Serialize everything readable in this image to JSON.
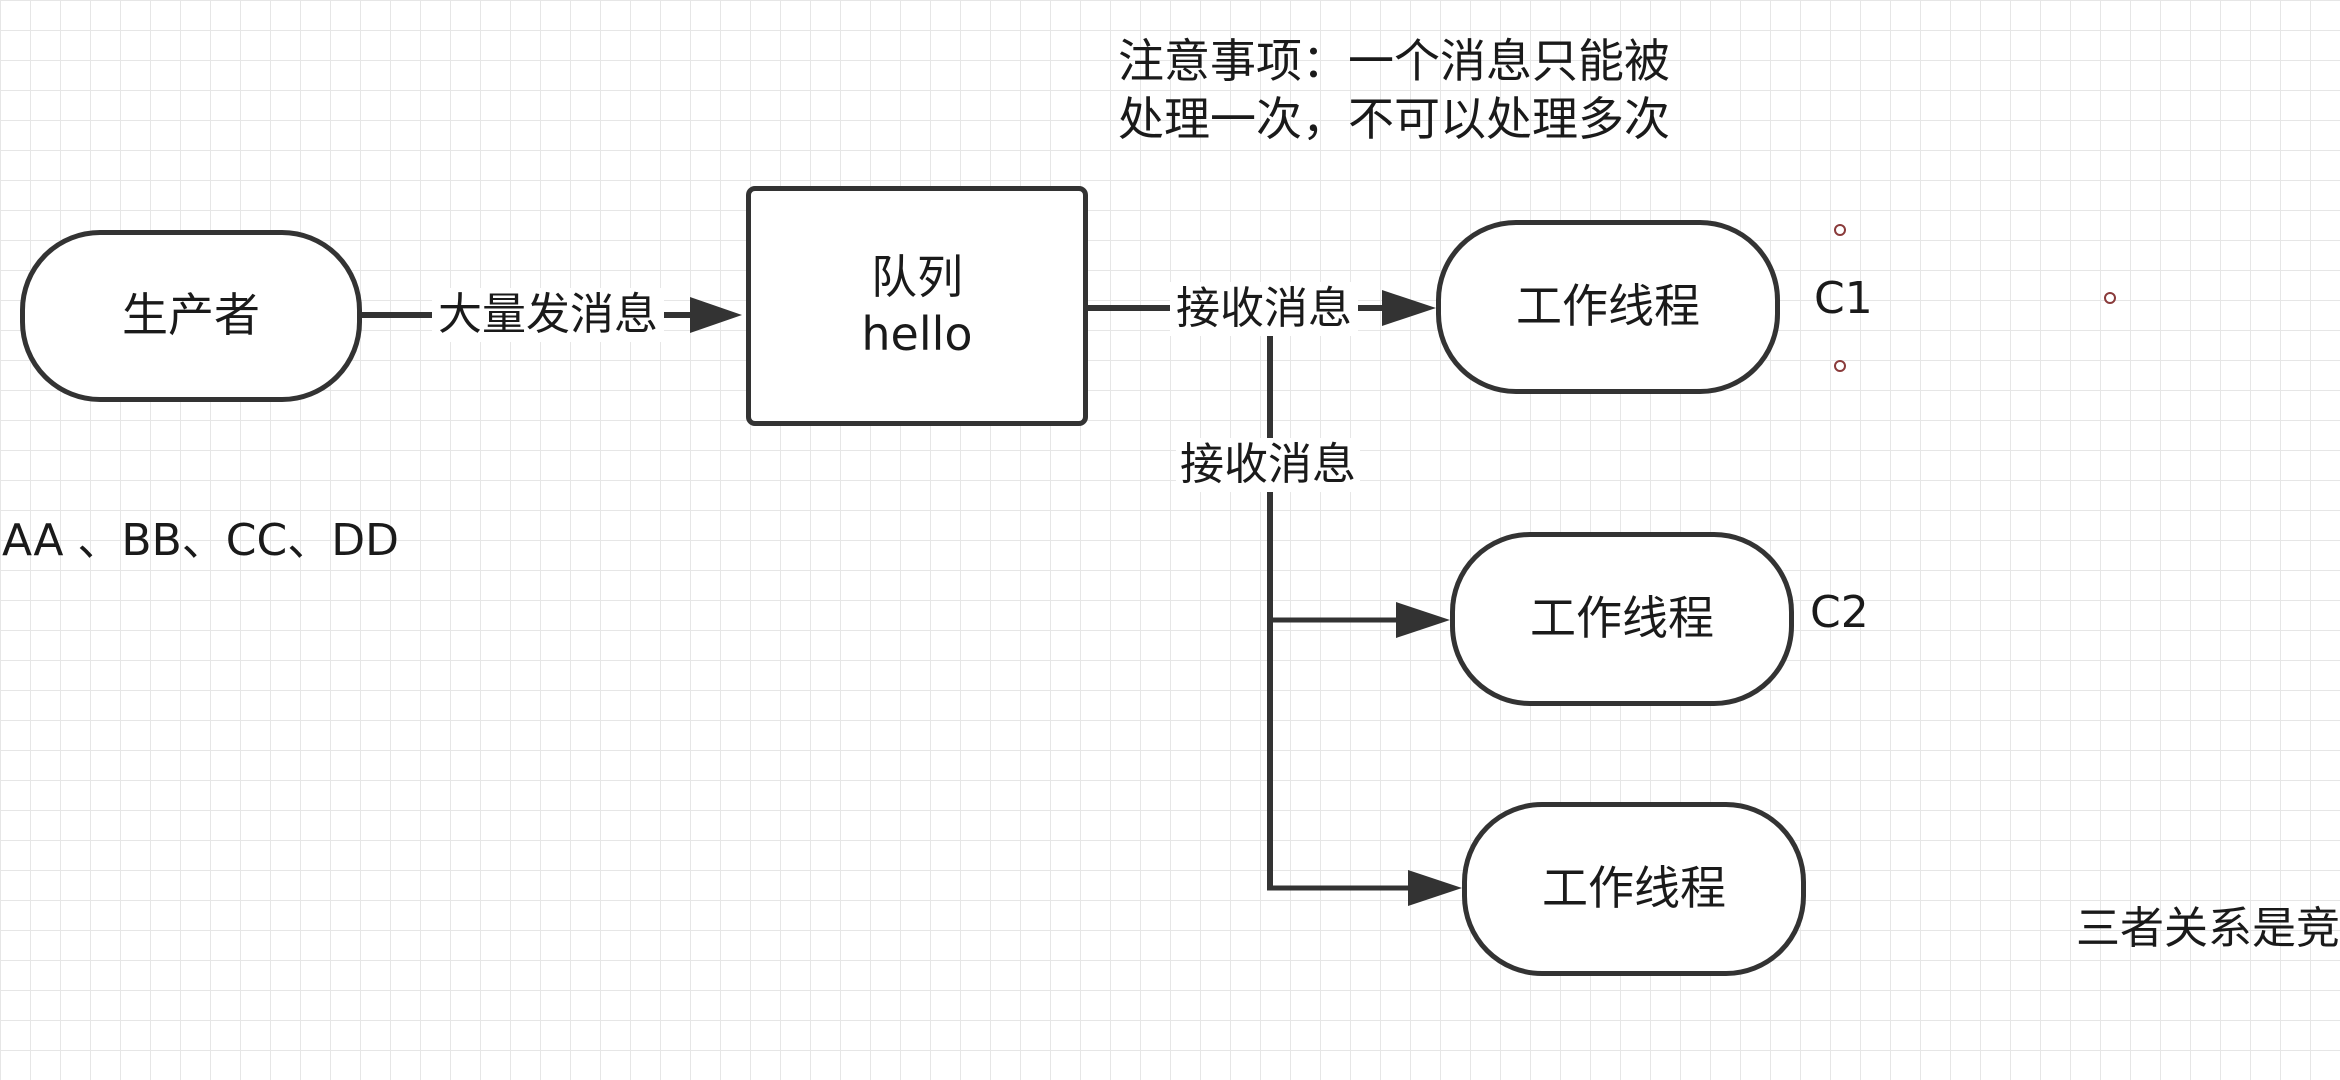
{
  "nodes": {
    "producer": "生产者",
    "queue": {
      "line1": "队列",
      "line2": "hello"
    },
    "worker1": "工作线程",
    "worker2": "工作线程",
    "worker3": "工作线程"
  },
  "edges": {
    "send_label": "大量发消息",
    "receive_label_1": "接收消息",
    "receive_label_2": "接收消息"
  },
  "annotations": {
    "note_line1": "注意事项：一个消息只能被",
    "note_line2": "处理一次，不可以处理多次",
    "messages": "AA 、BB、CC、DD",
    "c1": "C1",
    "c2": "C2",
    "relation": "三者关系是竞"
  },
  "colors": {
    "stroke": "#333333",
    "grid": "#e6e6e6",
    "text": "#1a1a1a"
  }
}
